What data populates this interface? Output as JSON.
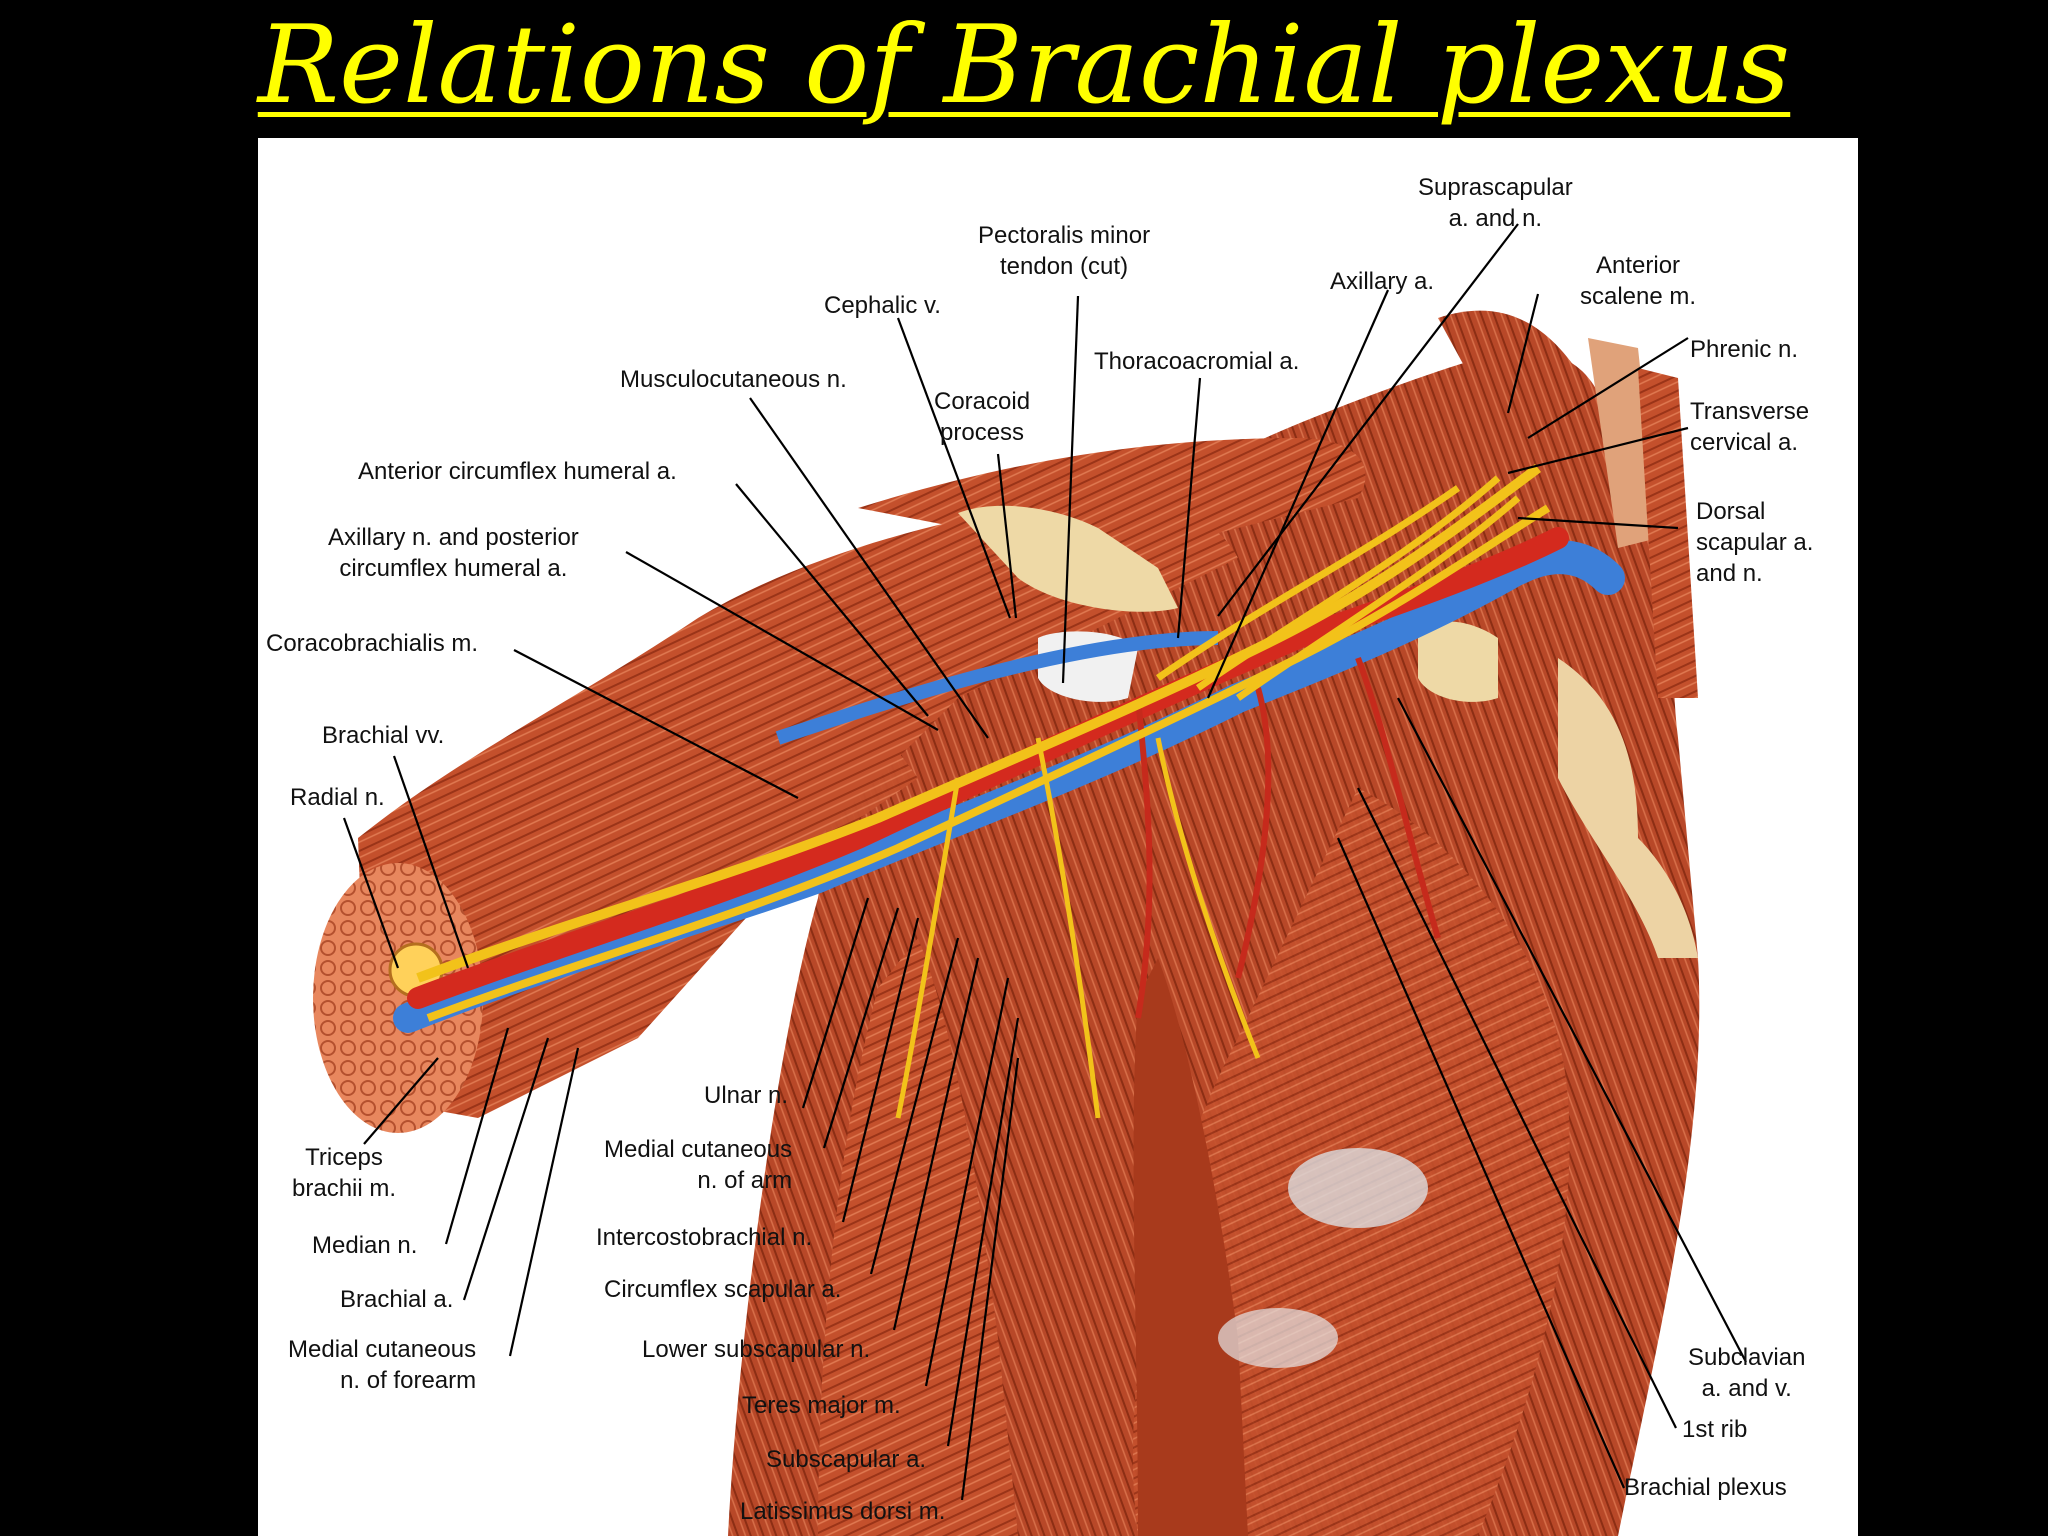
{
  "title": "Relations of Brachial plexus",
  "colors": {
    "title": "#ffff00",
    "muscle": "#c4502c",
    "artery": "#d42a1e",
    "vein": "#3d7fd8",
    "nerve": "#f2c21a",
    "background": "#000000",
    "panel": "#ffffff"
  },
  "labels": {
    "suprascapular": "Suprascapular\na. and n.",
    "pectoralis_minor": "Pectoralis minor\ntendon (cut)",
    "axillary_a": "Axillary a.",
    "anterior_scalene": "Anterior\nscalene m.",
    "cephalic_v": "Cephalic v.",
    "thoracoacromial": "Thoracoacromial a.",
    "phrenic": "Phrenic n.",
    "musculocutaneous": "Musculocutaneous n.",
    "coracoid": "Coracoid\nprocess",
    "transverse_cervical": "Transverse\ncervical a.",
    "ant_circumflex": "Anterior circumflex humeral a.",
    "dorsal_scapular": "Dorsal\nscapular a.\nand n.",
    "axillary_n": "Axillary n. and posterior\ncircumflex humeral a.",
    "coracobrachialis": "Coracobrachialis m.",
    "brachial_vv": "Brachial vv.",
    "radial_n": "Radial n.",
    "ulnar_n": "Ulnar n.",
    "medial_cut_arm": "Medial cutaneous\nn. of arm",
    "triceps": "Triceps\nbrachii m.",
    "intercostobrachial": "Intercostobrachial n.",
    "median_n": "Median n.",
    "circumflex_scapular": "Circumflex scapular a.",
    "brachial_a": "Brachial a.",
    "medial_cut_forearm": "Medial cutaneous\nn. of forearm",
    "lower_subscapular": "Lower subscapular n.",
    "teres_major": "Teres major m.",
    "subscapular_a": "Subscapular a.",
    "latissimus": "Latissimus dorsi m.",
    "subclavian": "Subclavian\na. and v.",
    "first_rib": "1st rib",
    "brachial_plexus": "Brachial plexus"
  }
}
